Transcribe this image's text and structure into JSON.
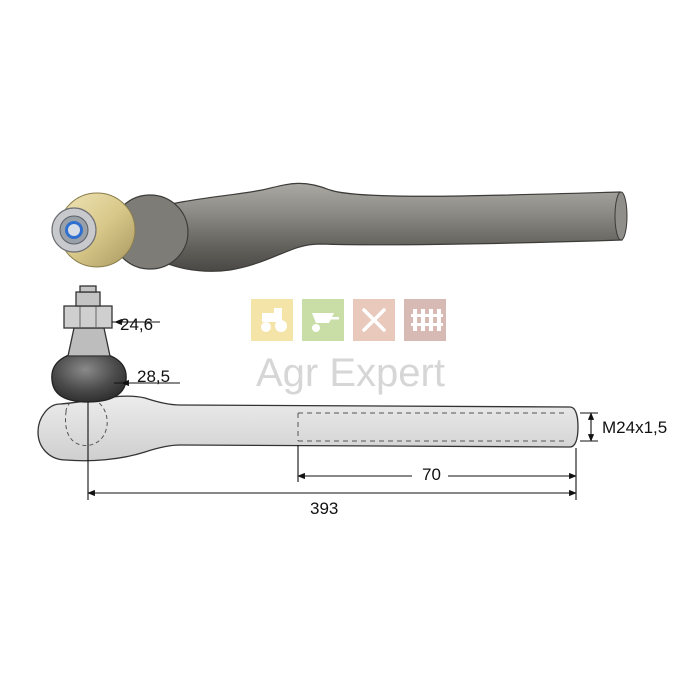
{
  "watermark": {
    "brand_text": "Agr Expert",
    "tile_colors": [
      "#f2dc8c",
      "#b8d489",
      "#e2b8a6",
      "#caa49c"
    ],
    "tile_icons": [
      "tractor-icon",
      "wheelbarrow-icon",
      "tools-icon",
      "fence-icon"
    ]
  },
  "dimensions": {
    "hex_size": "24,6",
    "taper_diameter": "28,5",
    "thread": "M24x1,5",
    "thread_length": "70",
    "overall_length": "393"
  },
  "colors": {
    "photo_body": "#7b7a74",
    "drawing_fill": "#d9d9d9",
    "drawing_stroke": "#333333"
  }
}
